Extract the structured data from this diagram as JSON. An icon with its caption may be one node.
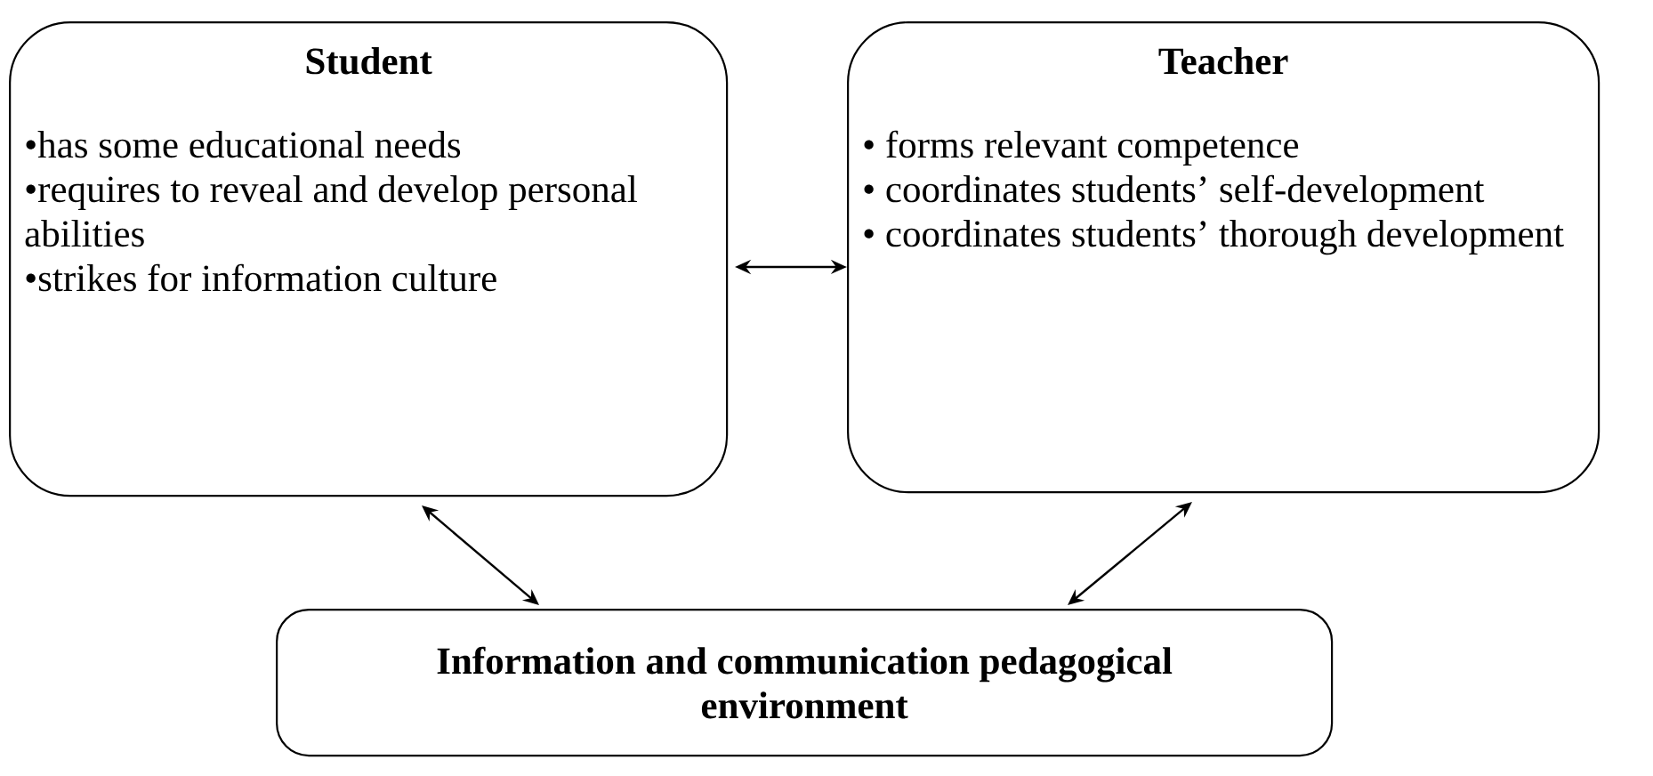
{
  "diagram": {
    "nodes": [
      {
        "text": [
          "Student",
          "•has some educational needs",
          "•requires to reveal and develop personal abilities",
          "•strikes for information culture"
        ]
      },
      {
        "text": [
          "Teacher",
          "• forms relevant competence",
          "• coordinates students’ self-development",
          "• coordinates students’ thorough development"
        ]
      },
      {
        "text": [
          "Information and communication pedagogical environment"
        ]
      }
    ],
    "edges": [
      {
        "from": 0,
        "to": 1,
        "arrow": "both"
      },
      {
        "from": 0,
        "to": 2,
        "arrow": "both"
      },
      {
        "from": 1,
        "to": 2,
        "arrow": "both"
      }
    ]
  }
}
